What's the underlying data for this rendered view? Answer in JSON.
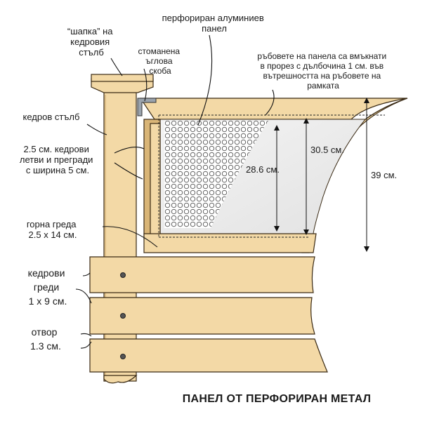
{
  "labels": {
    "cap": [
      "“шапка” на",
      "кедровия",
      "стълб"
    ],
    "steel_bracket": [
      "стоманена",
      "ъглова",
      "скоба"
    ],
    "perforated_panel": [
      "перфориран алуминиев",
      "панел"
    ],
    "panel_edges": [
      "ръбовете на панела са вмъкнати",
      "в прорез с дълбочина 1 см. във",
      "вътрешността на ръбовете на",
      "рамката"
    ],
    "cedar_post": [
      "кедров стълб"
    ],
    "laths": [
      "2.5 см. кедрови",
      "летви и прегради",
      "с ширина 5 см."
    ],
    "top_beam": [
      "горна греда",
      "2.5 х 14 см."
    ],
    "cedar_boards": [
      "кедрови",
      "греди",
      "1 х 9 см."
    ],
    "gap": [
      "отвор",
      "1.3 см."
    ]
  },
  "dimensions": {
    "d1": "30.5 см.",
    "d2": "28.6 см.",
    "d3": "39 см."
  },
  "title": "ПАНЕЛ ОТ ПЕРФОРИРАН МЕТАЛ",
  "colors": {
    "wood": "#f3d9a6",
    "wood_shadow": "#d9b577",
    "outline": "#3a2a14",
    "panel": "#ececec"
  }
}
